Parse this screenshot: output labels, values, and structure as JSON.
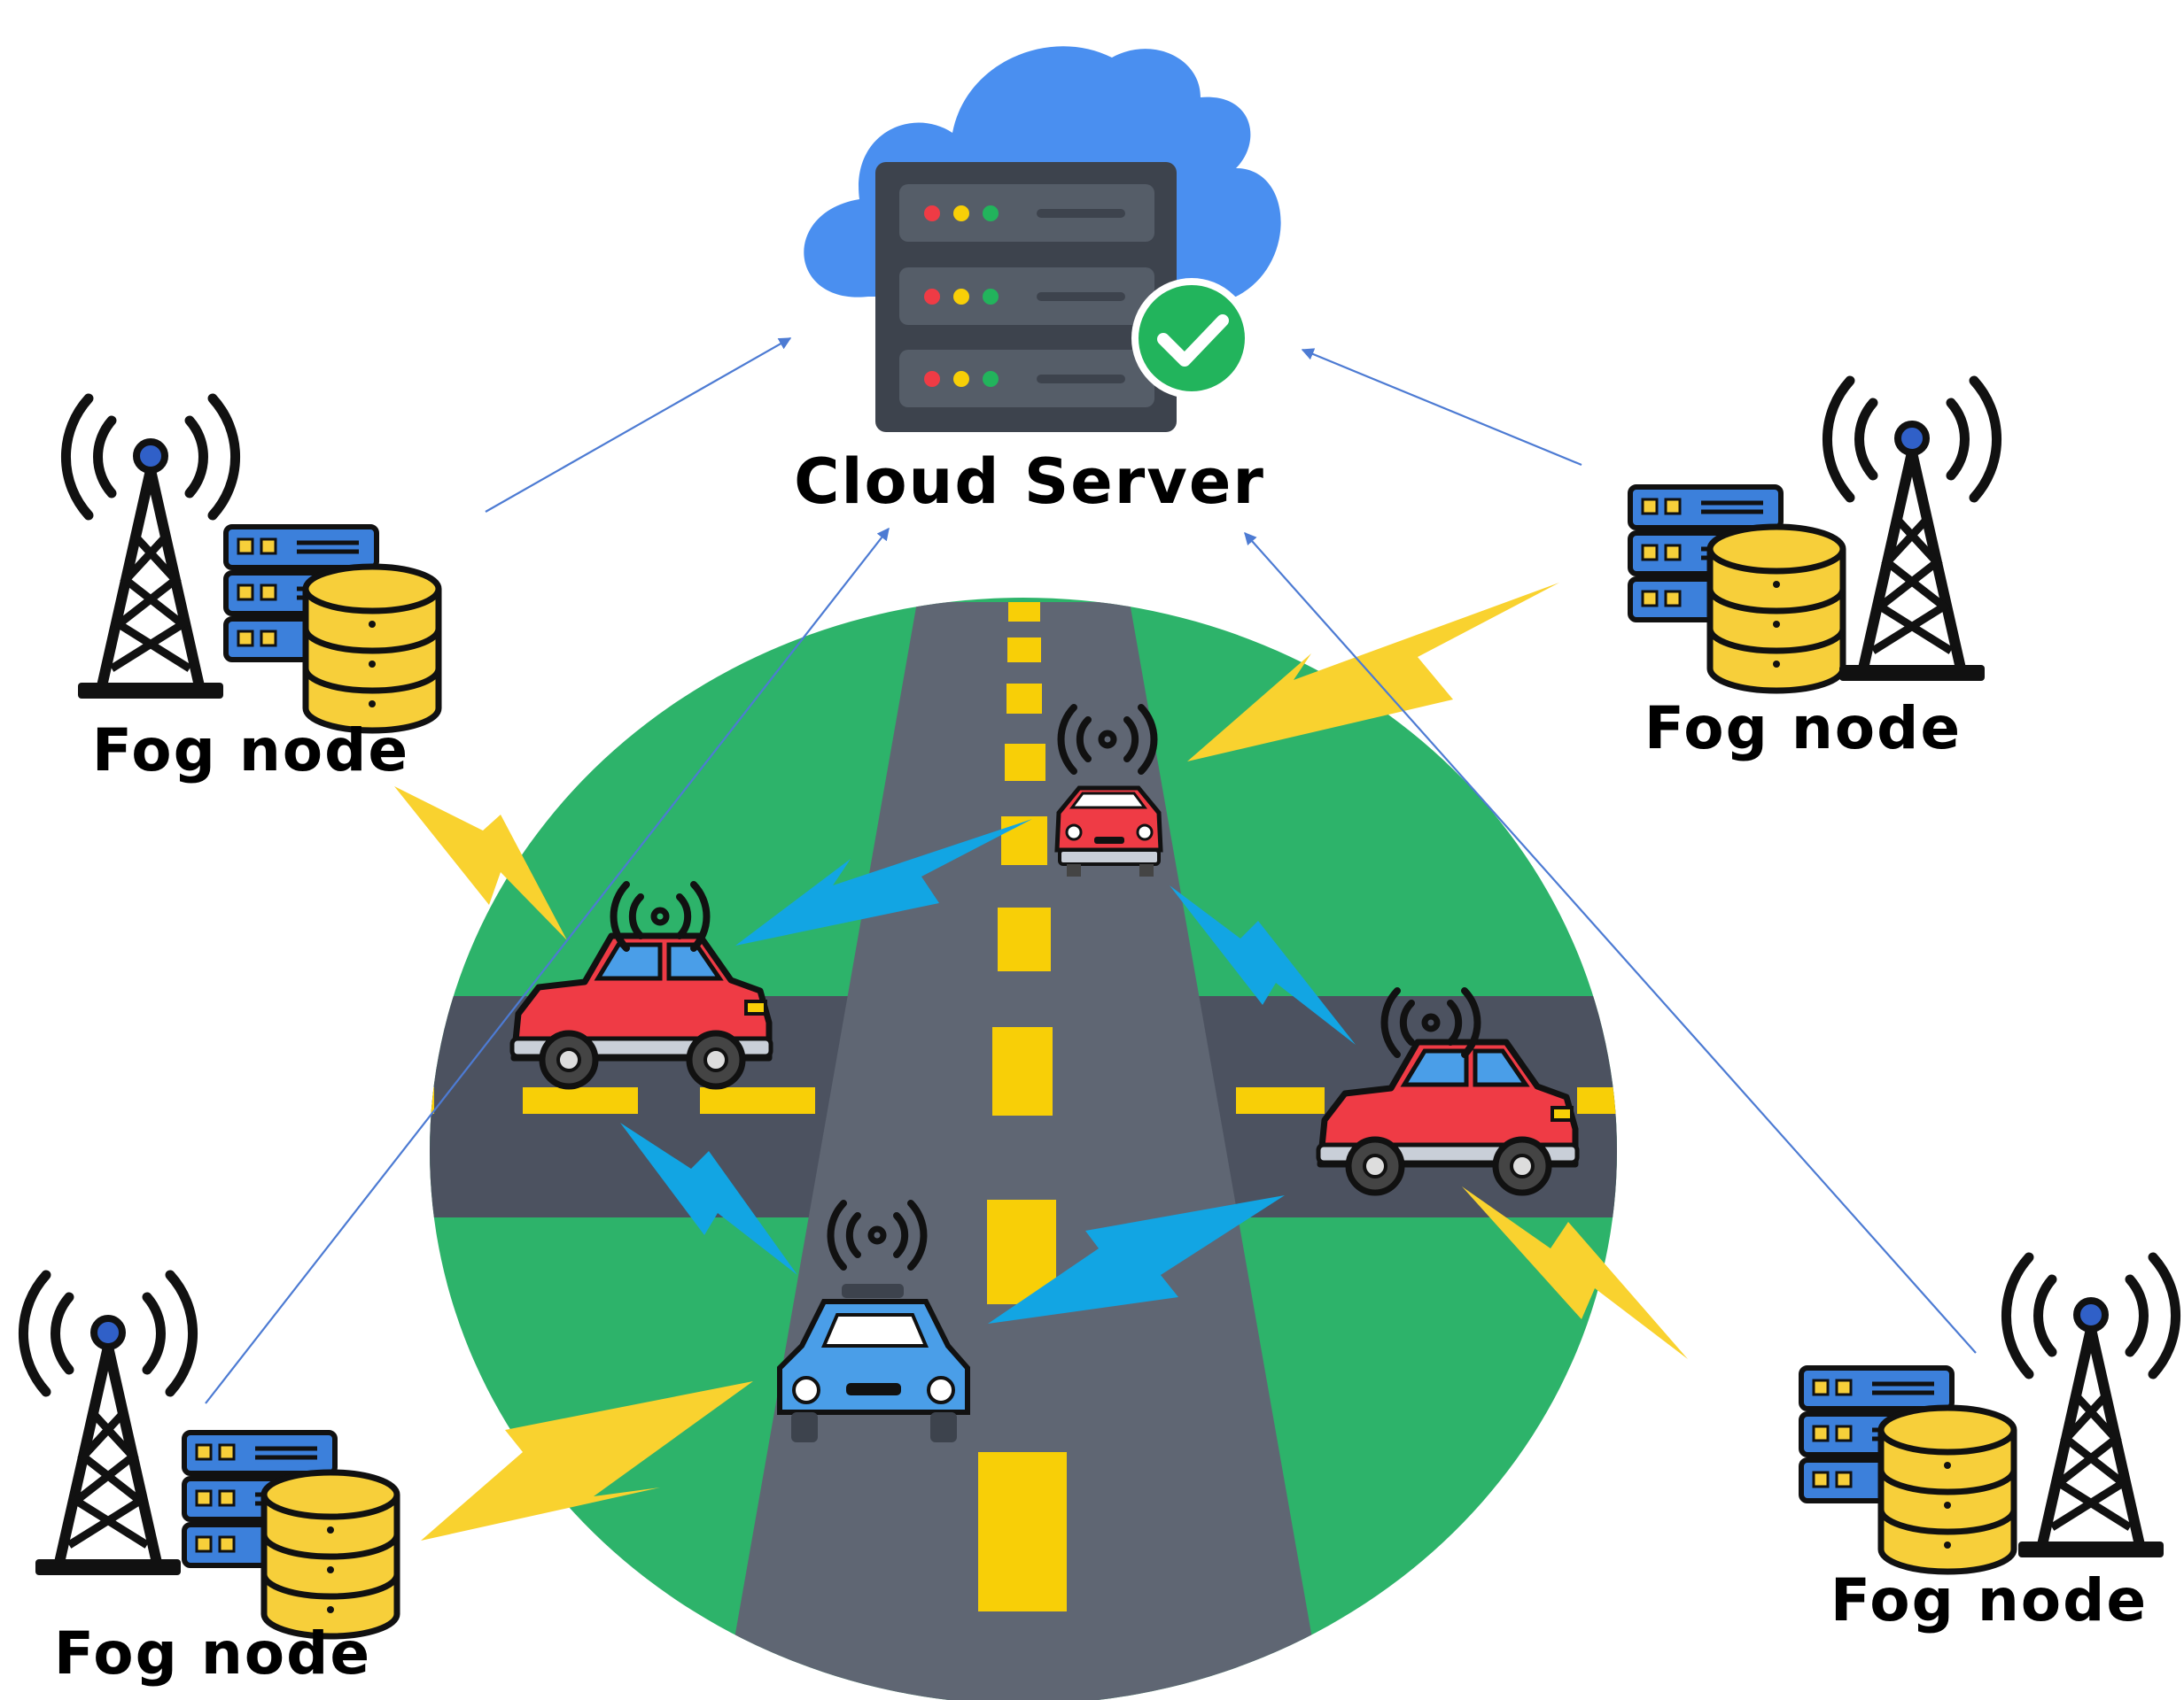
{
  "cloud_server": {
    "label": "Cloud Server"
  },
  "fog_nodes": [
    {
      "label": "Fog node"
    },
    {
      "label": "Fog node"
    },
    {
      "label": "Fog node"
    },
    {
      "label": "Fog node"
    }
  ],
  "colors": {
    "grass": "#2db36a",
    "road": "#5f6673",
    "cross_road": "#4c5260",
    "lane_mark": "#f8cf07",
    "cloud": "#4a8ff0",
    "server": "#3d434d",
    "check": "#22b45c",
    "car_red": "#ef3b45",
    "car_blue": "#4a9ee8",
    "v2v_bolt": "#12a5e3",
    "fog_bolt": "#f9d22f",
    "arrow": "#4d7bd3",
    "db_gold": "#f7cf3a",
    "rack_blue": "#3c80db"
  },
  "icons": [
    "cloud-icon",
    "server-rack-icon",
    "check-badge-icon",
    "antenna-tower-icon",
    "database-icon",
    "car-icon",
    "signal-icon",
    "lightning-bolt-icon"
  ]
}
